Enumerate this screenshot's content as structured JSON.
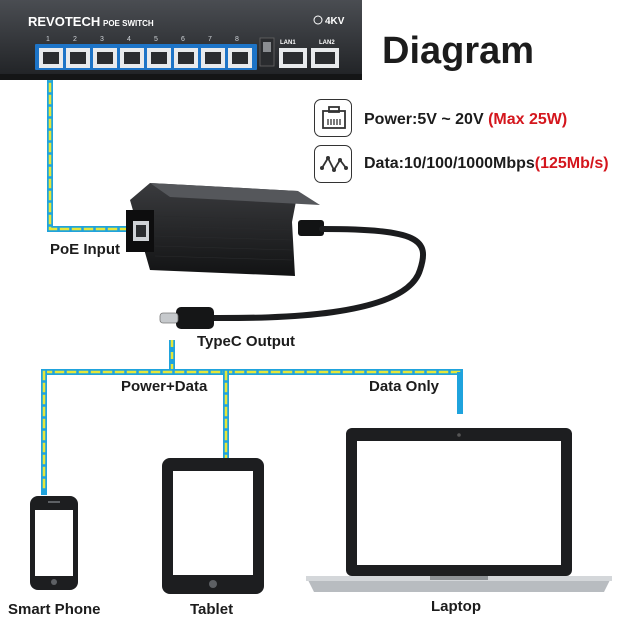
{
  "title": "Diagram",
  "switch": {
    "brand": "REVOTECH",
    "model": "POE SWITCH",
    "badge": "4KV",
    "lan1": "LAN1",
    "lan2": "LAN2"
  },
  "specs": [
    {
      "icon": "ethernet-port-icon",
      "text": "Power:5V ~ 20V",
      "highlight": "(Max 25W)"
    },
    {
      "icon": "data-signal-icon",
      "text": "Data:10/100/1000Mbps",
      "highlight": "(125Mb/s)"
    }
  ],
  "labels": {
    "poe_input": "PoE Input",
    "typec_output": "TypeC Output",
    "power_data": "Power+Data",
    "data_only": "Data Only"
  },
  "devices": {
    "phone": "Smart Phone",
    "tablet": "Tablet",
    "laptop": "Laptop"
  },
  "colors": {
    "cable_blue": "#1fa3dd",
    "cable_yellow": "#e6e63a",
    "highlight_red": "#d4161d"
  }
}
